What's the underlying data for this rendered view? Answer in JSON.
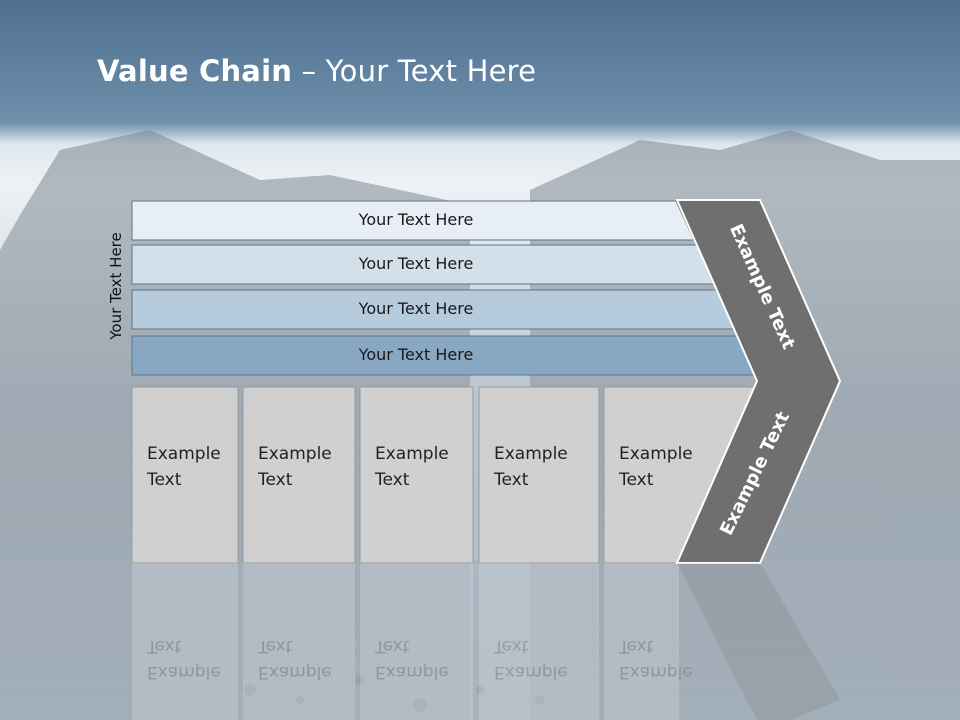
{
  "slide": {
    "title_bold": "Value Chain",
    "title_rest": "Your Text Here",
    "title_sep": " – "
  },
  "side_label": "Your Text Here",
  "support_rows": [
    {
      "label": "Your Text Here",
      "color": "#e7eef5"
    },
    {
      "label": "Your Text Here",
      "color": "#d3e0ea"
    },
    {
      "label": "Your Text Here",
      "color": "#b6cbdc"
    },
    {
      "label": "Your Text Here",
      "color": "#88a7c2"
    }
  ],
  "primary_boxes": [
    {
      "line1": "Example",
      "line2": "Text"
    },
    {
      "line1": "Example",
      "line2": "Text"
    },
    {
      "line1": "Example",
      "line2": "Text"
    },
    {
      "line1": "Example",
      "line2": "Text"
    },
    {
      "line1": "Example",
      "line2": "Text"
    }
  ],
  "chevron": {
    "upper_label": "Example Text",
    "lower_label": "Example Text",
    "color": "#6f6f6f"
  },
  "colors": {
    "header": "#5d7f9d",
    "box": "#d0d0d0",
    "box_border": "#9a9a9a"
  }
}
